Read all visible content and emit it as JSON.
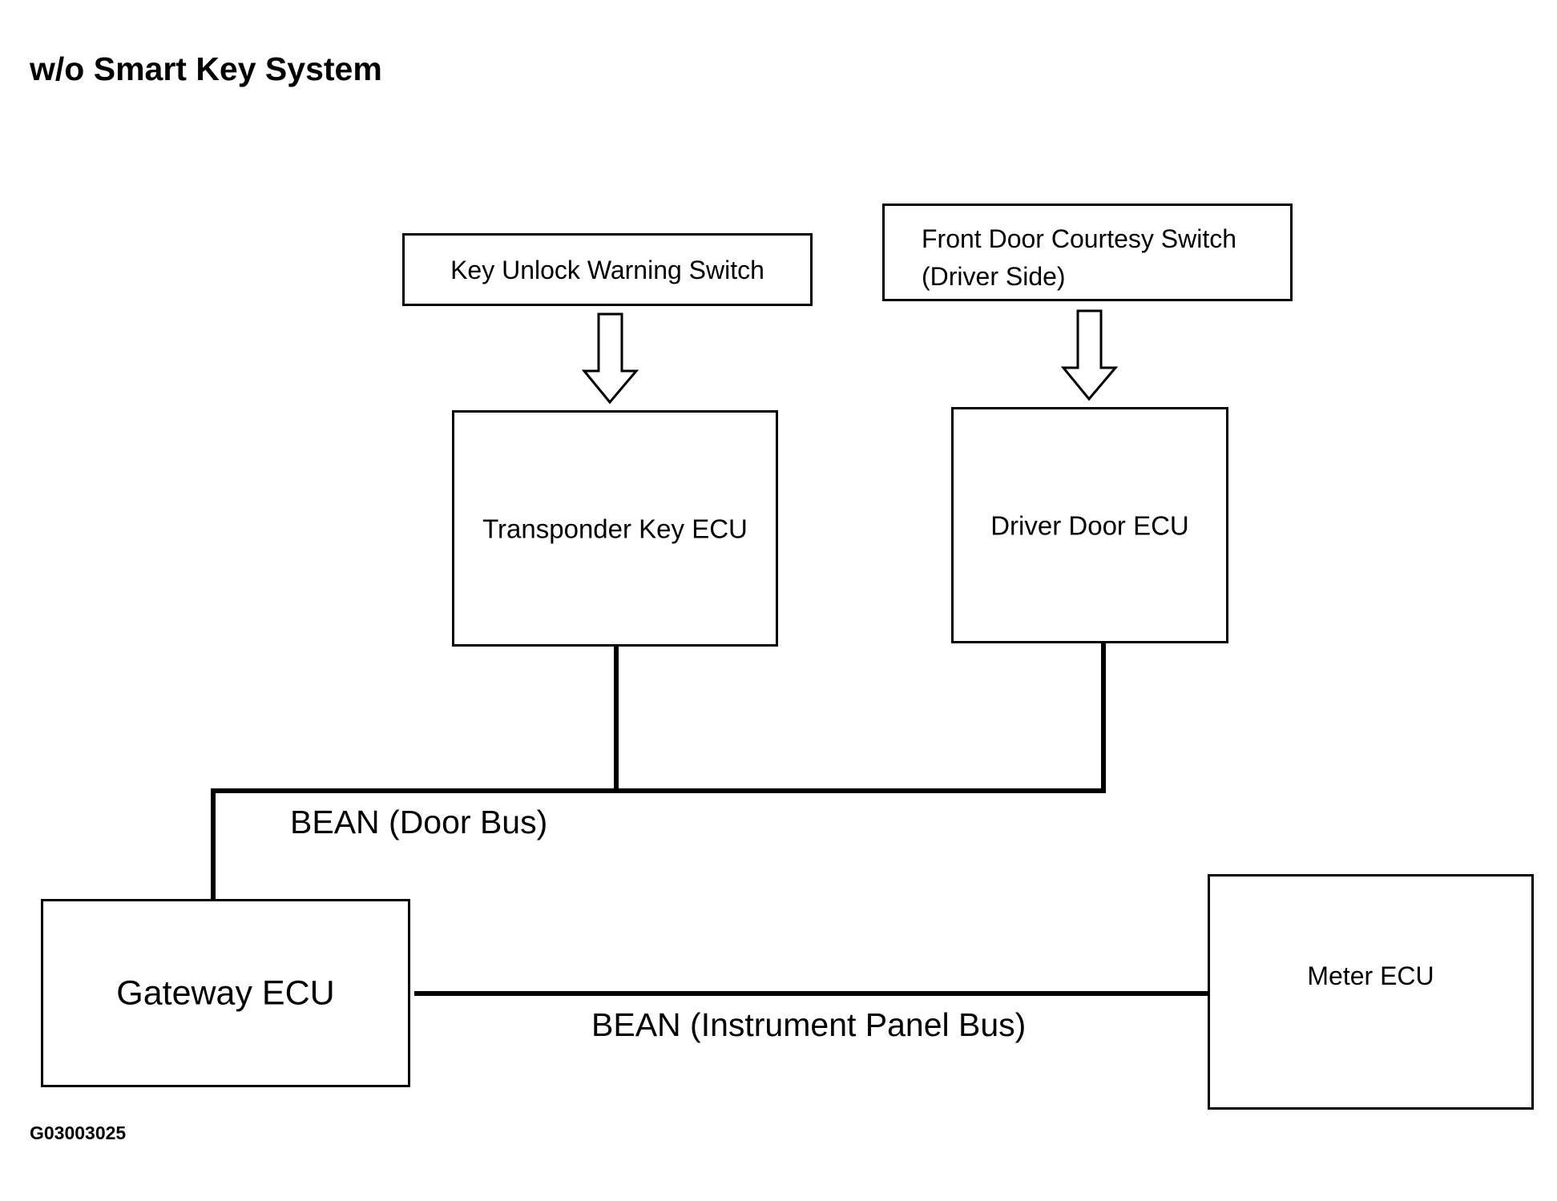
{
  "title": "w/o Smart Key System",
  "figure_id": "G03003025",
  "components": {
    "key_unlock_warning_switch": "Key Unlock Warning Switch",
    "front_door_courtesy_switch": {
      "line1": "Front Door Courtesy Switch",
      "line2": "(Driver Side)"
    },
    "transponder_key_ecu": "Transponder Key ECU",
    "driver_door_ecu": "Driver Door ECU",
    "gateway_ecu": "Gateway ECU",
    "meter_ecu": "Meter ECU"
  },
  "buses": {
    "door_bus": "BEAN (Door Bus)",
    "instrument_panel_bus": "BEAN (Instrument Panel Bus)"
  },
  "connections": [
    {
      "from": "Key Unlock Warning Switch",
      "to": "Transponder Key ECU",
      "type": "signal-arrow"
    },
    {
      "from": "Front Door Courtesy Switch (Driver Side)",
      "to": "Driver Door ECU",
      "type": "signal-arrow"
    },
    {
      "from": "Transponder Key ECU",
      "to": "Gateway ECU",
      "type": "bus",
      "bus": "BEAN (Door Bus)"
    },
    {
      "from": "Driver Door ECU",
      "to": "Gateway ECU",
      "type": "bus",
      "bus": "BEAN (Door Bus)"
    },
    {
      "from": "Gateway ECU",
      "to": "Meter ECU",
      "type": "bus",
      "bus": "BEAN (Instrument Panel Bus)"
    }
  ]
}
